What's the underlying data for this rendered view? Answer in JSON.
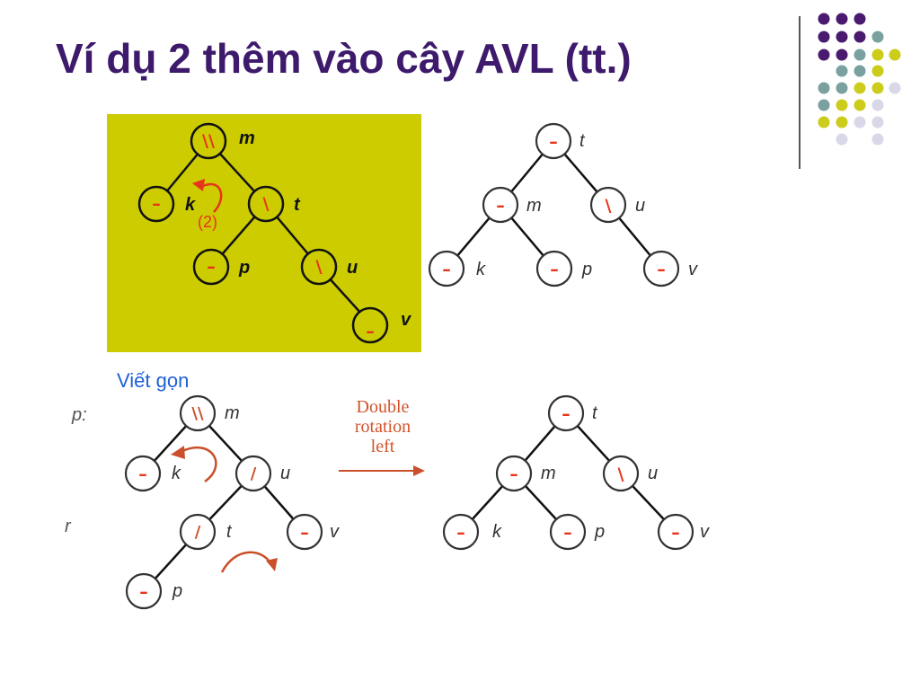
{
  "title": "Ví dụ 2 thêm vào cây AVL (tt.)",
  "note": "Viết gọn",
  "rotation_label": [
    "Double",
    "rotation",
    "left"
  ],
  "rotation_step": "(2)",
  "fragment_labels": [
    "p:",
    "r"
  ],
  "colors": {
    "title": "#3d1a6b",
    "highlight_bg": "#cccc00",
    "note": "#1f5fd6",
    "balance_red": "#e8341c",
    "rotation": "#c9502a",
    "dot_purple": "#4a1a6e",
    "dot_teal": "#7aa0a0",
    "dot_yellow": "#cccc1a",
    "dot_lavender": "#d8d8e8"
  },
  "trees": {
    "before_highlighted": {
      "nodes": [
        {
          "label": "m",
          "balance": "\\\\"
        },
        {
          "label": "k",
          "balance": "–"
        },
        {
          "label": "t",
          "balance": "\\"
        },
        {
          "label": "p",
          "balance": "–"
        },
        {
          "label": "u",
          "balance": "\\"
        },
        {
          "label": "v",
          "balance": "–"
        }
      ]
    },
    "after_top": {
      "nodes": [
        {
          "label": "t",
          "balance": "–"
        },
        {
          "label": "m",
          "balance": "–"
        },
        {
          "label": "u",
          "balance": "\\"
        },
        {
          "label": "k",
          "balance": "–"
        },
        {
          "label": "p",
          "balance": "–"
        },
        {
          "label": "v",
          "balance": "–"
        }
      ]
    },
    "before_bottom": {
      "nodes": [
        {
          "label": "m",
          "balance": "\\\\"
        },
        {
          "label": "k",
          "balance": "–"
        },
        {
          "label": "u",
          "balance": "/"
        },
        {
          "label": "t",
          "balance": "/"
        },
        {
          "label": "v",
          "balance": "–"
        },
        {
          "label": "p",
          "balance": "–"
        }
      ]
    },
    "after_bottom": {
      "nodes": [
        {
          "label": "t",
          "balance": "–"
        },
        {
          "label": "m",
          "balance": "–"
        },
        {
          "label": "u",
          "balance": "\\"
        },
        {
          "label": "k",
          "balance": "–"
        },
        {
          "label": "p",
          "balance": "–"
        },
        {
          "label": "v",
          "balance": "–"
        }
      ]
    }
  }
}
